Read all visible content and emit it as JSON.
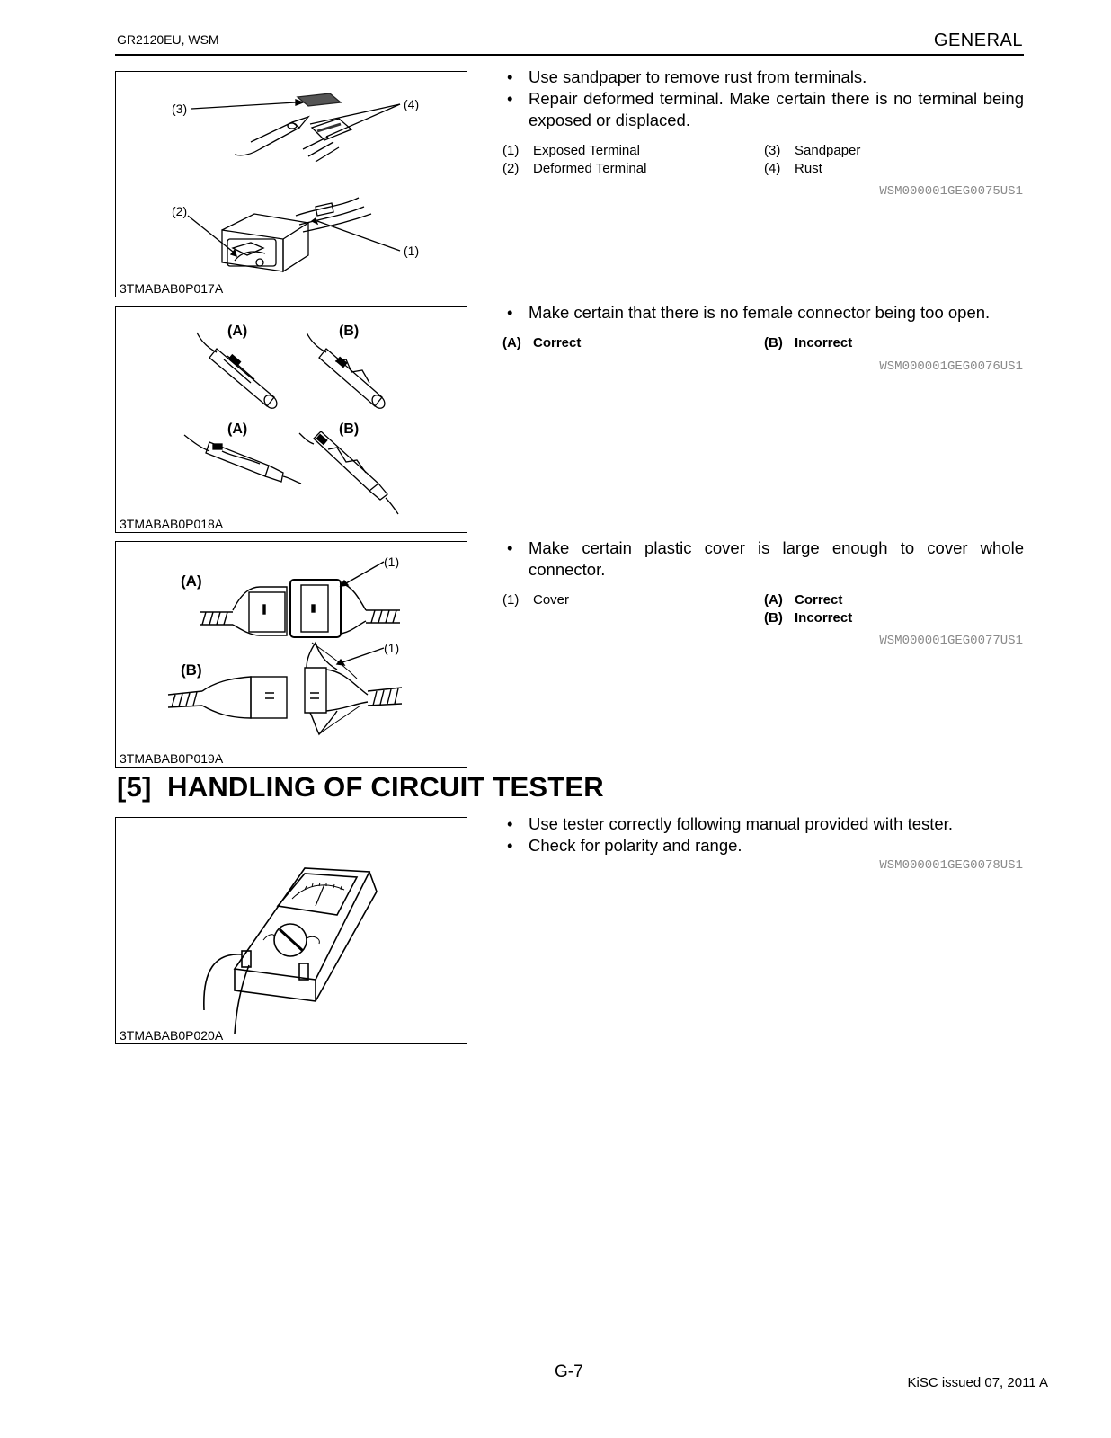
{
  "header": {
    "left": "GR2120EU, WSM",
    "right": "GENERAL"
  },
  "blocks": [
    {
      "figure_id": "3TMABAB0P017A",
      "callouts": [
        "(3)",
        "(4)",
        "(2)",
        "(1)"
      ],
      "bullets": [
        "Use sandpaper to remove rust from terminals.",
        "Repair deformed terminal. Make certain there is no terminal being exposed or displaced."
      ],
      "legend": [
        {
          "num": "(1)",
          "label": "Exposed Terminal"
        },
        {
          "num": "(2)",
          "label": "Deformed Terminal"
        },
        {
          "num": "(3)",
          "label": "Sandpaper"
        },
        {
          "num": "(4)",
          "label": "Rust"
        }
      ],
      "ref": "WSM000001GEG0075US1"
    },
    {
      "figure_id": "3TMABAB0P018A",
      "callouts": [
        "(A)",
        "(B)",
        "(A)",
        "(B)"
      ],
      "bullets": [
        "Make certain that there is no female connector being too open."
      ],
      "legend": [
        {
          "num": "(A)",
          "label": "Correct"
        },
        {
          "num": "(B)",
          "label": "Incorrect"
        }
      ],
      "ref": "WSM000001GEG0076US1"
    },
    {
      "figure_id": "3TMABAB0P019A",
      "callouts": [
        "(1)",
        "(A)",
        "(1)",
        "(B)"
      ],
      "bullets": [
        "Make certain plastic cover is large enough to cover whole connector."
      ],
      "legend": [
        {
          "num": "(1)",
          "label": "Cover"
        },
        {
          "num": "(A)",
          "label": "Correct"
        },
        {
          "num": "(B)",
          "label": "Incorrect"
        }
      ],
      "ref": "WSM000001GEG0077US1"
    },
    {
      "figure_id": "3TMABAB0P020A",
      "bullets": [
        "Use tester correctly following manual provided with tester.",
        "Check for polarity and range."
      ],
      "ref": "WSM000001GEG0078US1"
    }
  ],
  "section": {
    "number": "[5]",
    "title": "HANDLING OF CIRCUIT TESTER"
  },
  "footer": {
    "page": "G-7",
    "issue": "KiSC issued 07, 2011 A"
  }
}
